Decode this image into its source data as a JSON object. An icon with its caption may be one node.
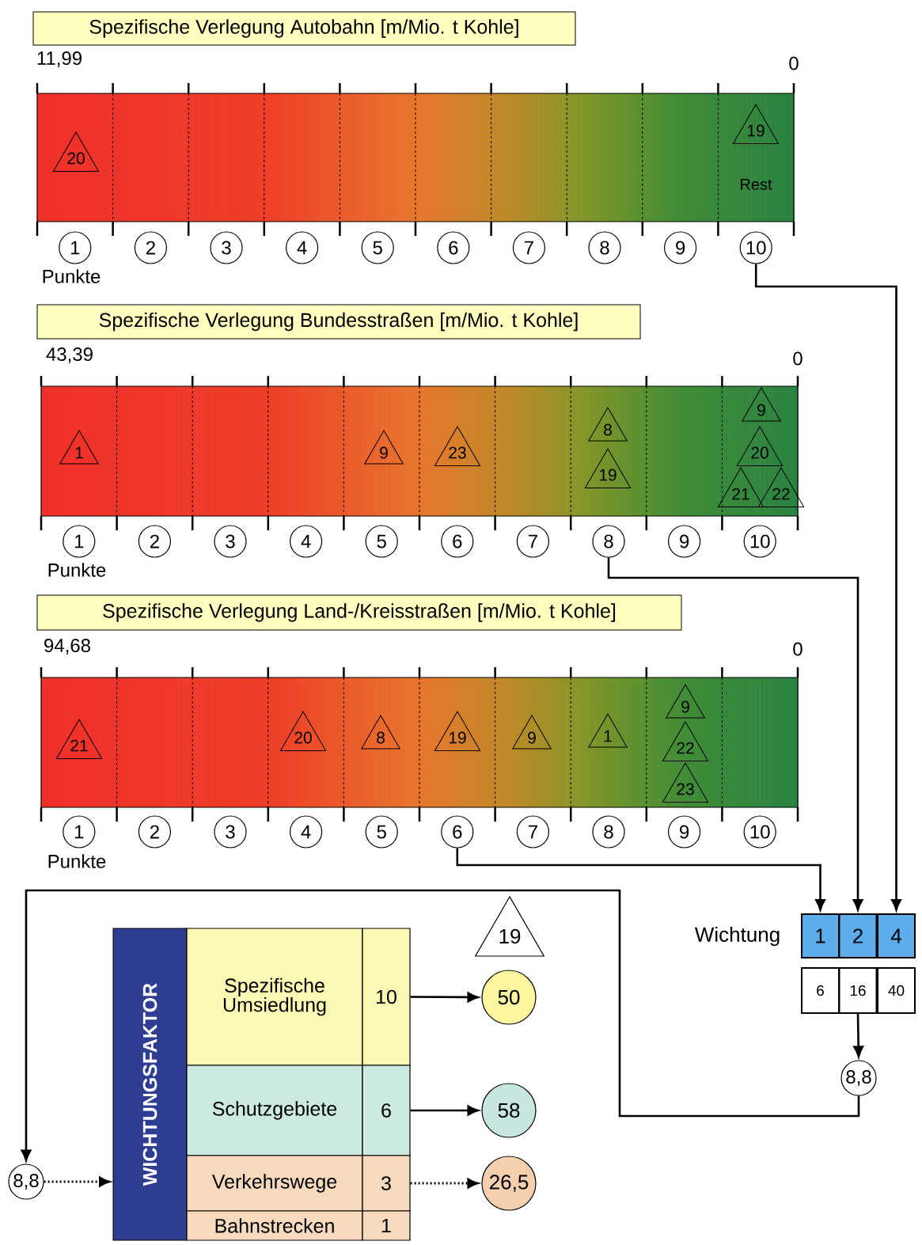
{
  "diagram": {
    "nodes": [
      {
        "text": [
          "Spezifische Verlegung Autobahn [m/Mio. t Kohle]"
        ]
      },
      {
        "text": [],
        "shape": "bar"
      },
      {
        "text": [
          "20"
        ],
        "in": 1
      },
      {
        "text": [
          "19"
        ],
        "in": 1
      },
      {
        "text": [
          "1"
        ]
      },
      {
        "text": [
          "2"
        ]
      },
      {
        "text": [
          "3"
        ]
      },
      {
        "text": [
          "4"
        ]
      },
      {
        "text": [
          "5"
        ]
      },
      {
        "text": [
          "6"
        ]
      },
      {
        "text": [
          "7"
        ]
      },
      {
        "text": [
          "8"
        ]
      },
      {
        "text": [
          "9"
        ]
      },
      {
        "text": [
          "10"
        ]
      },
      {
        "text": [
          "Spezifische Verlegung Bundesstraßen [m/Mio. t Kohle]"
        ]
      },
      {
        "text": [],
        "shape": "bar"
      },
      {
        "text": [
          "1"
        ],
        "in": 15
      },
      {
        "text": [
          "9"
        ],
        "in": 15
      },
      {
        "text": [
          "23"
        ],
        "in": 15
      },
      {
        "text": [
          "8"
        ],
        "in": 15
      },
      {
        "text": [
          "19"
        ],
        "in": 15
      },
      {
        "text": [
          "9"
        ],
        "in": 15
      },
      {
        "text": [
          "20"
        ],
        "in": 15
      },
      {
        "text": [
          "21"
        ],
        "in": 15
      },
      {
        "text": [
          "22"
        ],
        "in": 15
      },
      {
        "text": [
          "1"
        ]
      },
      {
        "text": [
          "2"
        ]
      },
      {
        "text": [
          "3"
        ]
      },
      {
        "text": [
          "4"
        ]
      },
      {
        "text": [
          "5"
        ]
      },
      {
        "text": [
          "6"
        ]
      },
      {
        "text": [
          "7"
        ]
      },
      {
        "text": [
          "8"
        ]
      },
      {
        "text": [
          "9"
        ]
      },
      {
        "text": [
          "10"
        ]
      },
      {
        "text": [
          "Spezifische Verlegung Land-/Kreisstraßen [m/Mio. t Kohle]"
        ]
      },
      {
        "text": [],
        "shape": "bar"
      },
      {
        "text": [
          "21"
        ],
        "in": 36
      },
      {
        "text": [
          "20"
        ],
        "in": 36
      },
      {
        "text": [
          "8"
        ],
        "in": 36
      },
      {
        "text": [
          "19"
        ],
        "in": 36
      },
      {
        "text": [
          "9"
        ],
        "in": 36
      },
      {
        "text": [
          "1"
        ],
        "in": 36
      },
      {
        "text": [
          "9"
        ],
        "in": 36
      },
      {
        "text": [
          "22"
        ],
        "in": 36
      },
      {
        "text": [
          "23"
        ],
        "in": 36
      },
      {
        "text": [
          "1"
        ]
      },
      {
        "text": [
          "2"
        ]
      },
      {
        "text": [
          "3"
        ]
      },
      {
        "text": [
          "4"
        ]
      },
      {
        "text": [
          "5"
        ]
      },
      {
        "text": [
          "6"
        ]
      },
      {
        "text": [
          "7"
        ]
      },
      {
        "text": [
          "8"
        ]
      },
      {
        "text": [
          "9"
        ]
      },
      {
        "text": [
          "10"
        ]
      },
      {
        "text": [
          "1"
        ]
      },
      {
        "text": [
          "2"
        ]
      },
      {
        "text": [
          "4"
        ]
      },
      {
        "text": [
          "6"
        ]
      },
      {
        "text": [
          "16"
        ]
      },
      {
        "text": [
          "40"
        ]
      },
      {
        "text": [
          "8,8"
        ]
      },
      {
        "text": [
          "WICHTUNGSFAKTOR"
        ]
      },
      {
        "text": [
          "Spezifische Umsiedlung"
        ]
      },
      {
        "text": [
          "10"
        ]
      },
      {
        "text": [
          "19"
        ]
      },
      {
        "text": [
          "50"
        ]
      },
      {
        "text": [
          "Schutzgebiete"
        ]
      },
      {
        "text": [
          "6"
        ]
      },
      {
        "text": [
          "58"
        ]
      },
      {
        "text": [
          "8,8"
        ]
      },
      {
        "text": [
          "Verkehrswege"
        ]
      },
      {
        "text": [
          "3"
        ]
      },
      {
        "text": [
          "26,5"
        ]
      },
      {
        "text": [
          "Bahnstrecken"
        ]
      },
      {
        "text": [
          "1"
        ]
      }
    ],
    "edges": [
      {
        "from": 13,
        "to": 58,
        "arrow": "to"
      },
      {
        "from": 32,
        "to": 57,
        "arrow": "to"
      },
      {
        "from": 51,
        "to": 56,
        "arrow": "to"
      },
      {
        "from": 60,
        "to": 62,
        "arrow": "to"
      },
      {
        "from": 62,
        "to": 71,
        "arrow": "to"
      },
      {
        "from": 71,
        "to": 63,
        "arrow": "to",
        "style": "dashed"
      },
      {
        "from": 65,
        "to": 67,
        "arrow": "to"
      },
      {
        "from": 69,
        "to": 70,
        "arrow": "to"
      },
      {
        "from": 73,
        "to": 74,
        "arrow": "to",
        "style": "dashed"
      }
    ],
    "labels": [
      "11,99",
      "0",
      "Rest",
      "Punkte",
      "43,39",
      "0",
      "Punkte",
      "94,68",
      "0",
      "Punkte",
      "Wichtung"
    ]
  }
}
